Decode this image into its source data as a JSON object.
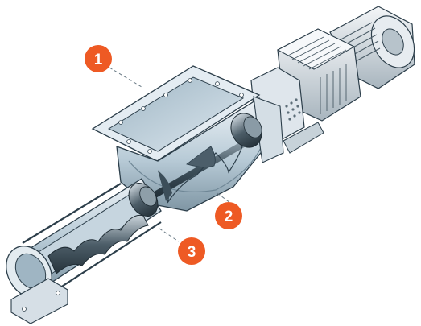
{
  "callouts": [
    {
      "label": "1"
    },
    {
      "label": "2"
    },
    {
      "label": "3"
    }
  ],
  "colors": {
    "callout": "#ee5a24",
    "steel_light": "#dde7ee",
    "steel_mid": "#a9bfcd",
    "steel_dark": "#6f8796",
    "outline": "#2c3e4a",
    "shaft": "#5b6f7c",
    "stator": "#9aabb6"
  }
}
